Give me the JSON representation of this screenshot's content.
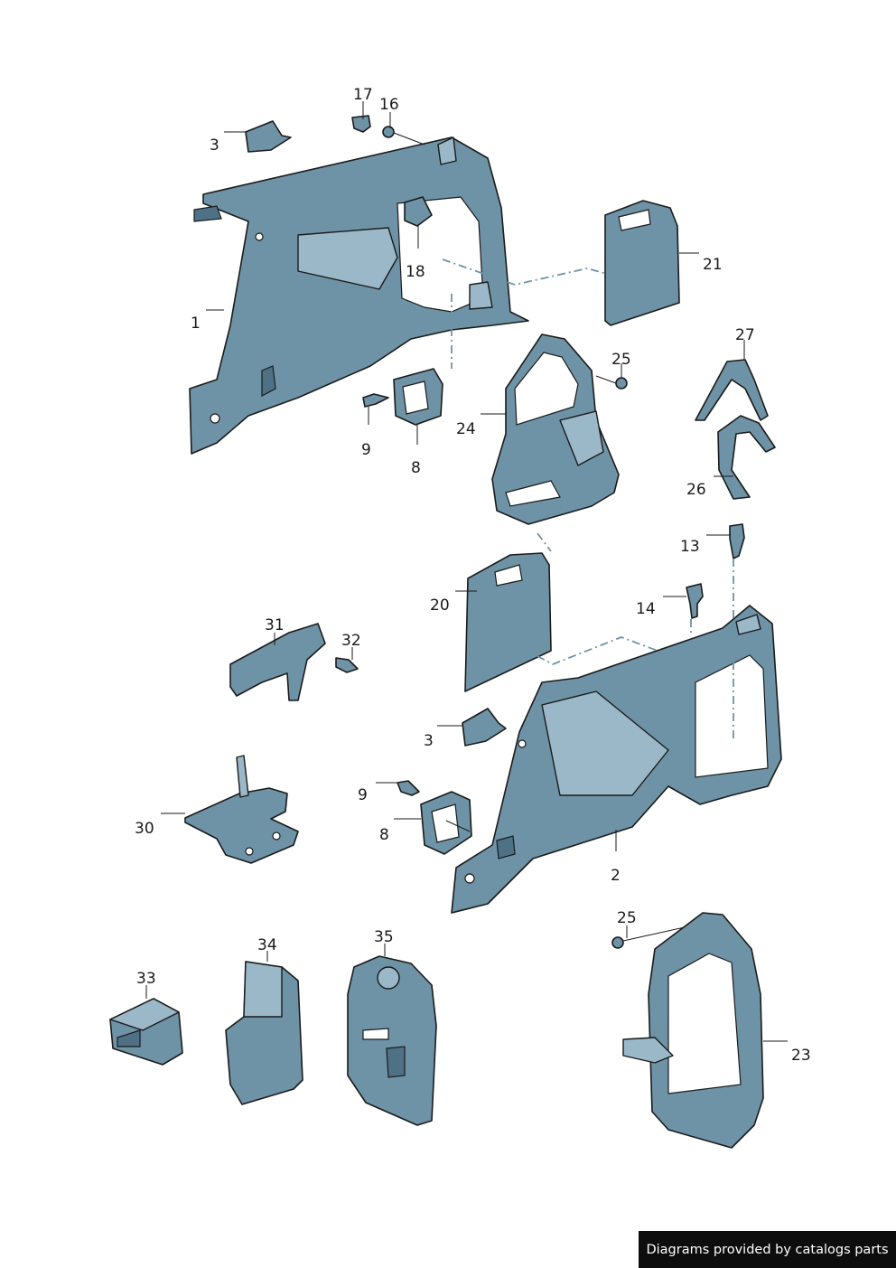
{
  "callouts": [
    {
      "id": "c17",
      "text": "17"
    },
    {
      "id": "c16",
      "text": "16"
    },
    {
      "id": "c3a",
      "text": "3"
    },
    {
      "id": "c18",
      "text": "18"
    },
    {
      "id": "c21",
      "text": "21"
    },
    {
      "id": "c1",
      "text": "1"
    },
    {
      "id": "c27",
      "text": "27"
    },
    {
      "id": "c25a",
      "text": "25"
    },
    {
      "id": "c9a",
      "text": "9"
    },
    {
      "id": "c8a",
      "text": "8"
    },
    {
      "id": "c24",
      "text": "24"
    },
    {
      "id": "c26",
      "text": "26"
    },
    {
      "id": "c13",
      "text": "13"
    },
    {
      "id": "c20",
      "text": "20"
    },
    {
      "id": "c14",
      "text": "14"
    },
    {
      "id": "c31",
      "text": "31"
    },
    {
      "id": "c32",
      "text": "32"
    },
    {
      "id": "c3b",
      "text": "3"
    },
    {
      "id": "c9b",
      "text": "9"
    },
    {
      "id": "c30",
      "text": "30"
    },
    {
      "id": "c8b",
      "text": "8"
    },
    {
      "id": "c2",
      "text": "2"
    },
    {
      "id": "c25b",
      "text": "25"
    },
    {
      "id": "c35",
      "text": "35"
    },
    {
      "id": "c34",
      "text": "34"
    },
    {
      "id": "c33",
      "text": "33"
    },
    {
      "id": "c23",
      "text": "23"
    }
  ],
  "credit": "Diagrams provided by catalogs parts"
}
